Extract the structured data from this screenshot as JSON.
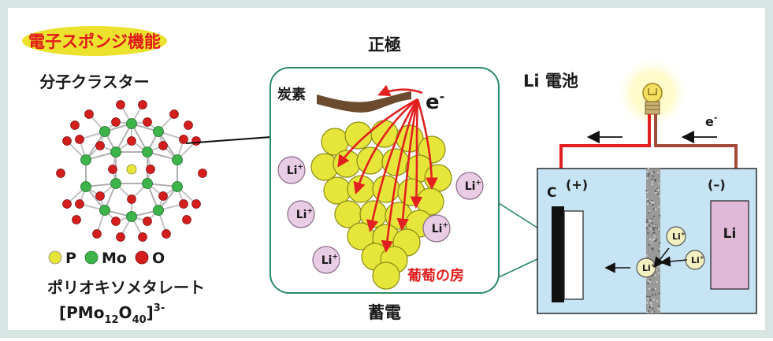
{
  "colors": {
    "frame": "#d7e6e2",
    "badge": "#ece22e",
    "badge_text": "#e11a1a",
    "box_border": "#2b8a6a",
    "electrolyte": "#c6e4f4",
    "li_ion_fill": "#e8cde4",
    "grape": "#e6e63a",
    "arrow_red": "#e32020",
    "wire_red": "#e32020",
    "wire_brown": "#a34a3a",
    "anode_fill": "#e0b8d8",
    "phosphorus": "#e6e63a",
    "molybdenum": "#3cb44a",
    "oxygen": "#d41e1e"
  },
  "molecule": {
    "badge": "電子スポンジ機能",
    "title": "分子クラスター",
    "legend": [
      {
        "symbol": "P",
        "color": "#e6e63a"
      },
      {
        "symbol": "Mo",
        "color": "#3cb44a"
      },
      {
        "symbol": "O",
        "color": "#d41e1e"
      }
    ],
    "name": "ポリオキソメタレート",
    "formula": {
      "open": "[PMo",
      "sub1": "12",
      "mid": "O",
      "sub2": "40",
      "close": "]",
      "sup": "3-"
    }
  },
  "electrode": {
    "heading": "正極",
    "carbon": "炭素",
    "electron": "e",
    "electron_sup": "-",
    "grape_label": "葡萄の房",
    "footer": "蓄電",
    "ion_label": "Li",
    "ion_sup": "+"
  },
  "battery": {
    "title": "Li 電池",
    "electron": "e",
    "electron_sup": "-",
    "cathode": "C",
    "plus": "(+)",
    "minus": "(–)",
    "anode": "Li",
    "ion_label": "Li",
    "ion_sup": "+"
  }
}
